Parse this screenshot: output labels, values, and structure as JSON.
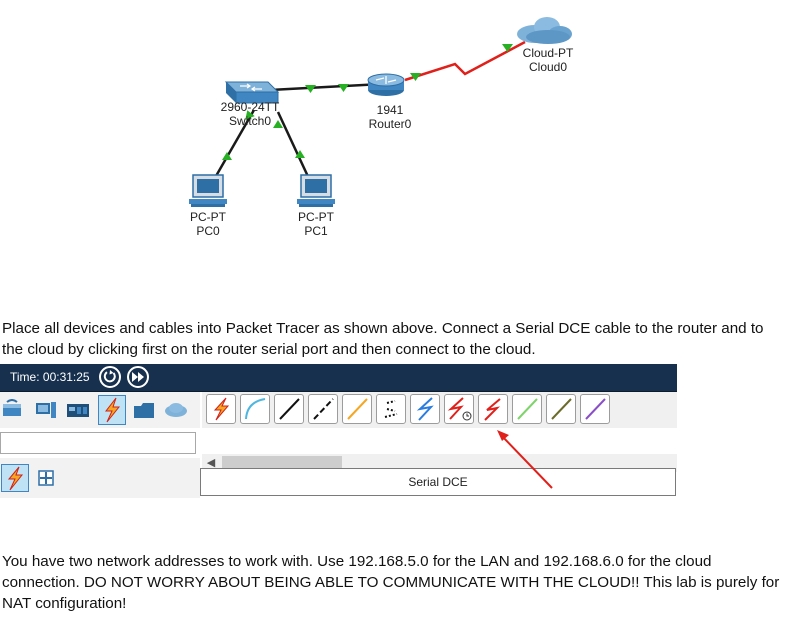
{
  "diagram": {
    "devices": [
      {
        "id": "switch",
        "model": "2960-24TT",
        "name": "Switch0"
      },
      {
        "id": "router",
        "model": "1941",
        "name": "Router0"
      },
      {
        "id": "cloud",
        "model": "Cloud-PT",
        "name": "Cloud0"
      },
      {
        "id": "pc0",
        "model": "PC-PT",
        "name": "PC0"
      },
      {
        "id": "pc1",
        "model": "PC-PT",
        "name": "PC1"
      }
    ],
    "colors": {
      "ethernet": "#1a1a1a",
      "serial": "#e0201a",
      "link_up": "#27b024",
      "device": "#2e6fa6"
    }
  },
  "instructions": {
    "para1": "Place all devices and cables into Packet Tracer as shown above.  Connect a Serial DCE cable to the router and to the cloud by clicking first on the router serial port and then connect to the cloud.",
    "para2": "You have two network addresses to work with.  Use 192.168.5.0 for the LAN and 192.168.6.0 for the cloud connection.  DO NOT WORRY ABOUT BEING ABLE TO COMMUNICATE WITH THE CLOUD!!  This lab is purely for NAT configuration!"
  },
  "packet_tracer": {
    "time_label": "Time: 00:31:25",
    "caption": "Serial DCE",
    "colors": {
      "title_bar": "#16304e",
      "highlight": "#e0201a"
    },
    "categories": [
      "network-devices-icon",
      "end-devices-icon",
      "components-icon",
      "connections-icon",
      "miscellaneous-icon",
      "multiuser-icon"
    ],
    "cables": [
      "automatic-icon",
      "console-icon",
      "copper-straight-through-icon",
      "copper-cross-over-icon",
      "fiber-icon",
      "phone-icon",
      "coaxial-icon",
      "serial-dce-icon",
      "serial-dte-icon",
      "octal-icon",
      "iot-custom-icon",
      "usb-icon"
    ]
  }
}
